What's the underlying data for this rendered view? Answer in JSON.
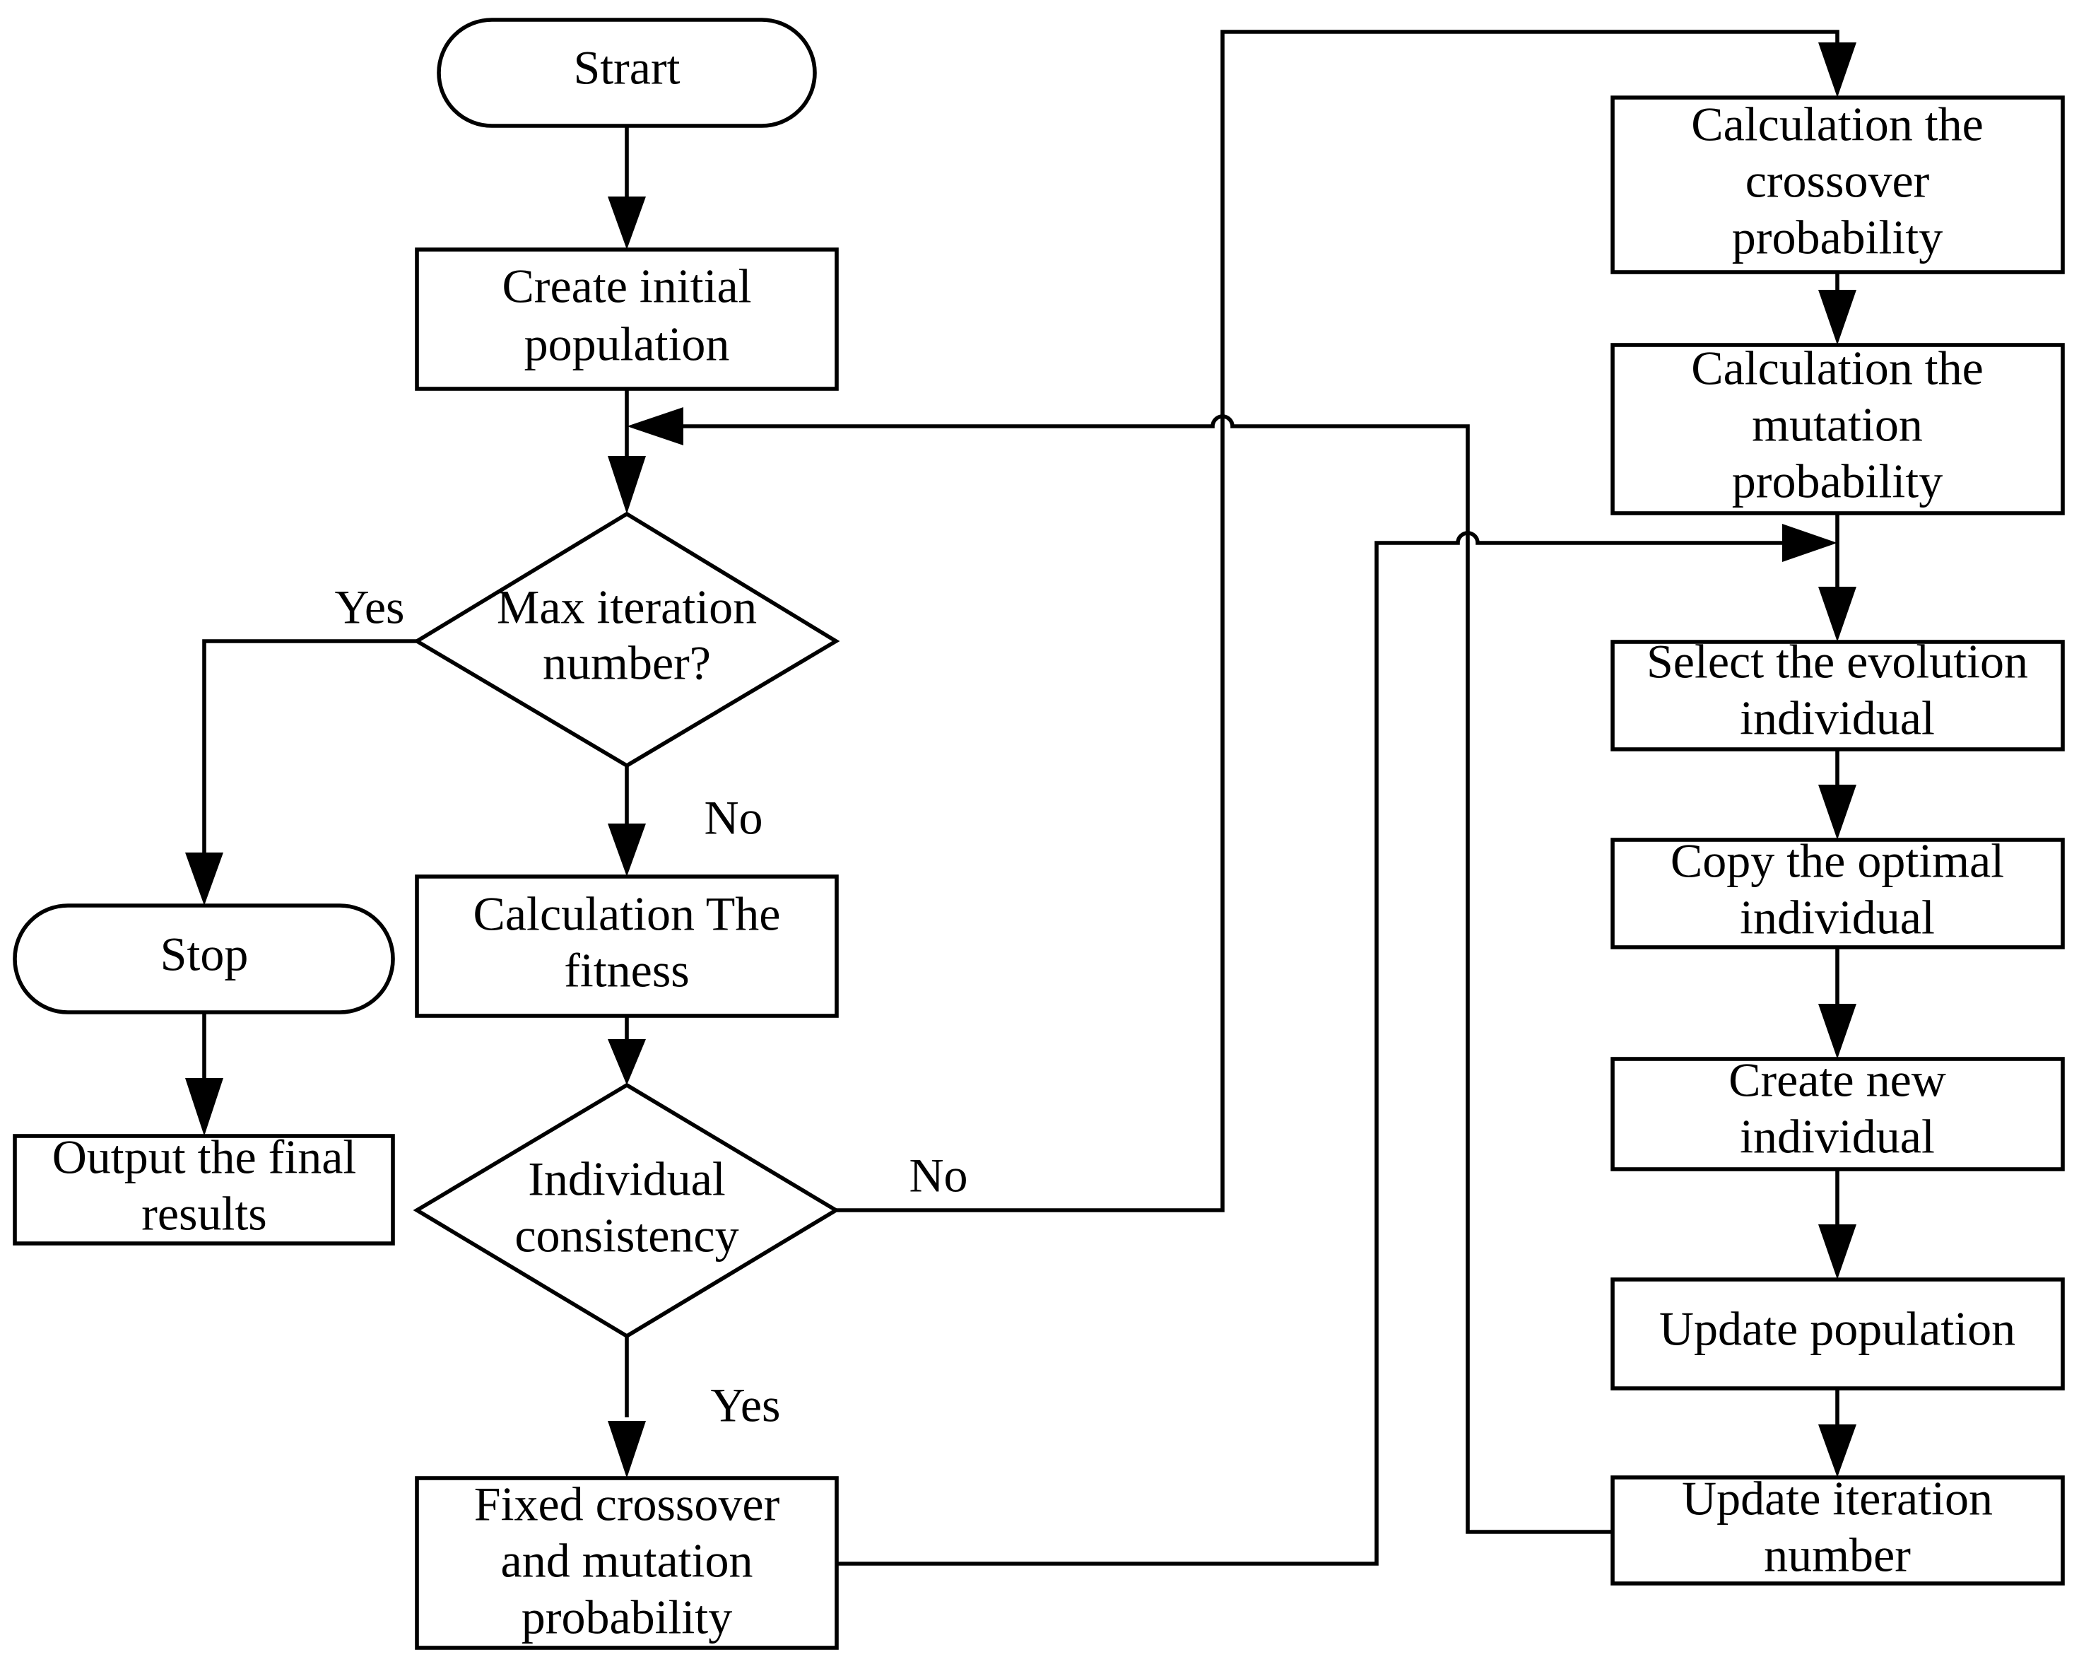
{
  "nodes": {
    "start": "Strart",
    "create_initial": [
      "Create initial",
      "population"
    ],
    "max_iter": [
      "Max iteration",
      "number?"
    ],
    "stop": "Stop",
    "output": [
      "Output the final",
      "results"
    ],
    "calc_fitness": [
      "Calculation The",
      "fitness"
    ],
    "consistency": [
      "Individual",
      "consistency"
    ],
    "fixed": [
      "Fixed crossover",
      "and mutation",
      "probability"
    ],
    "calc_crossover": [
      "Calculation the",
      "crossover",
      "probability"
    ],
    "calc_mutation": [
      "Calculation the",
      "mutation",
      "probability"
    ],
    "select_evolution": [
      "Select the evolution",
      "individual"
    ],
    "copy_optimal": [
      "Copy the optimal",
      "individual"
    ],
    "create_new": [
      "Create new",
      "individual"
    ],
    "update_population": "Update population",
    "update_iteration": [
      "Update iteration",
      "number"
    ]
  },
  "edge_labels": {
    "max_yes": "Yes",
    "max_no": "No",
    "consistency_no": "No",
    "consistency_yes": "Yes"
  }
}
